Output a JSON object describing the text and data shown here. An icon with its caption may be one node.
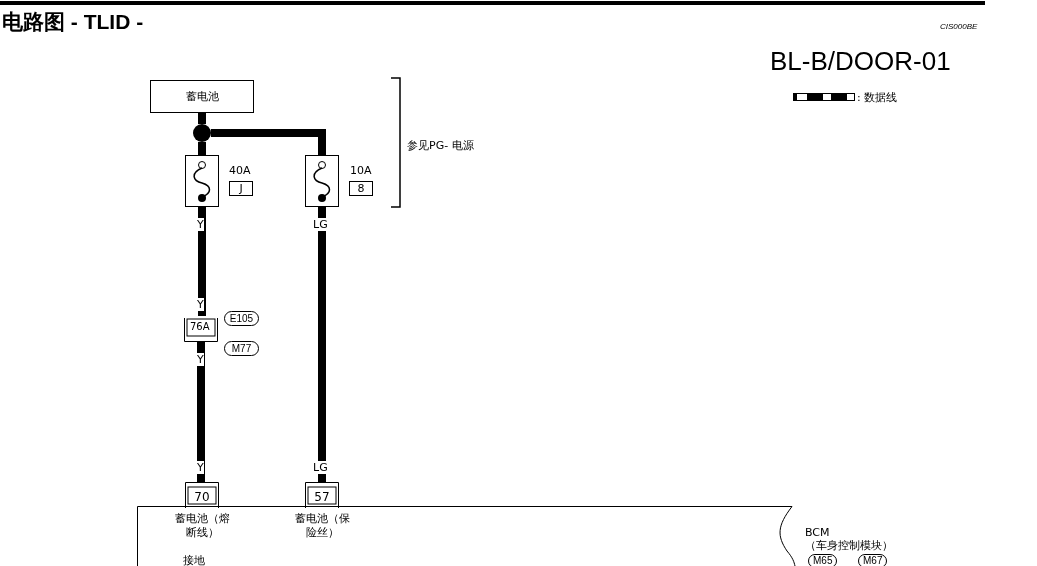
{
  "diagram": {
    "title": "电路图 - TLID -",
    "nodes": [
      {
        "text": [
          "蓄电池"
        ]
      },
      {
        "text": [],
        "shape": "circle"
      },
      {
        "text": [],
        "shape": "box",
        "beside": [
          "40A",
          "J"
        ]
      },
      {
        "text": [],
        "shape": "box",
        "beside": [
          "10A",
          "8"
        ]
      },
      {
        "text": [
          "76A"
        ]
      },
      {
        "text": [
          "70"
        ],
        "beside": [
          "蓄电池（熔断线）"
        ]
      },
      {
        "text": [
          "57"
        ],
        "beside": [
          "蓄电池（保险丝）"
        ]
      },
      {
        "text": [
          "接地",
          "BCM （车身控制模块）",
          "M65",
          "M67"
        ]
      },
      {
        "text": [
          "E105"
        ]
      },
      {
        "text": [
          "M77"
        ]
      }
    ],
    "edges": [
      {
        "from": 0,
        "to": 1,
        "arrow": "none"
      },
      {
        "from": 1,
        "to": 2,
        "arrow": "none"
      },
      {
        "from": 1,
        "to": 3,
        "arrow": "none"
      },
      {
        "from": 2,
        "to": 4,
        "arrow": "none",
        "label": "Y"
      },
      {
        "from": 4,
        "to": 5,
        "arrow": "none",
        "label": "Y"
      },
      {
        "from": 3,
        "to": 6,
        "arrow": "none",
        "label": "LG"
      }
    ],
    "labels": [
      "CIS000BE",
      "BL-B/DOOR-01",
      "参见PG- 电源",
      "Y",
      "Y",
      "LG"
    ],
    "legend": [
      {
        "text": ": 数据线"
      }
    ]
  }
}
